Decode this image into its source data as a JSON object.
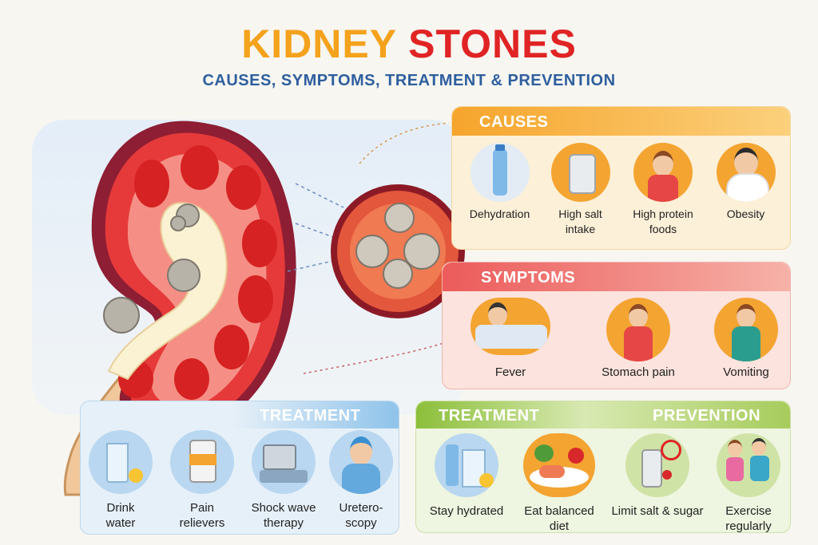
{
  "title": {
    "part1": "KIDNEY",
    "part2": "STONES"
  },
  "subtitle": "CAUSES, SYMPTOMS, TREATMENT & PREVENTION",
  "causes": {
    "heading": "CAUSES",
    "items": [
      {
        "label": "Dehydration",
        "icon": "water-bottle-icon"
      },
      {
        "label": "High salt intake",
        "icon": "salt-shaker-icon"
      },
      {
        "label": "High protein foods",
        "icon": "person-eating-icon"
      },
      {
        "label": "Obesity",
        "icon": "overweight-person-icon"
      }
    ]
  },
  "symptoms": {
    "heading": "SYMPTOMS",
    "items": [
      {
        "label": "Fever",
        "icon": "sick-in-bed-icon"
      },
      {
        "label": "Stomach pain",
        "icon": "stomach-pain-icon"
      },
      {
        "label": "Vomiting",
        "icon": "vomiting-icon"
      }
    ]
  },
  "treatment": {
    "heading": "TREATMENT",
    "items": [
      {
        "label_line1": "Drink",
        "label_line2": "water",
        "icon": "glass-of-water-icon"
      },
      {
        "label_line1": "Pain",
        "label_line2": "relievers",
        "icon": "pill-bottle-icon"
      },
      {
        "label_line1": "Shock wave",
        "label_line2": "therapy",
        "icon": "lithotripsy-machine-icon"
      },
      {
        "label_line1": "Uretero-",
        "label_line2": "scopy",
        "icon": "doctor-icon"
      }
    ]
  },
  "prevention": {
    "heading_left": "TREATMENT",
    "heading_right": "PREVENTION",
    "items": [
      {
        "label_line1": "Stay hydrated",
        "label_line2": "",
        "icon": "water-and-lemon-icon"
      },
      {
        "label_line1": "Eat balanced",
        "label_line2": "diet",
        "icon": "balanced-meal-icon"
      },
      {
        "label_line1": "Limit salt & sugar",
        "label_line2": "",
        "icon": "no-salt-icon"
      },
      {
        "label_line1": "Exercise",
        "label_line2": "regularly",
        "icon": "jogging-couple-icon"
      }
    ]
  },
  "colors": {
    "title_orange": "#f4a21c",
    "title_red": "#e02424",
    "subtitle_blue": "#2e5f9e",
    "causes_header": "#f7b53f",
    "symptoms_header": "#ee6a6a",
    "treatment_header": "#8fc3ea",
    "prevention_header": "#b7d77a"
  }
}
